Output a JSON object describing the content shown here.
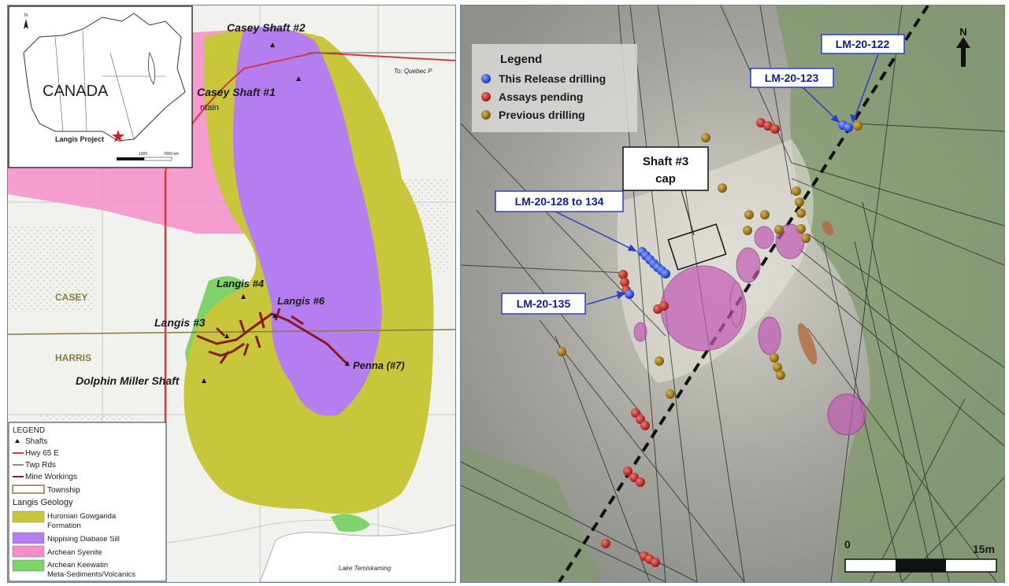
{
  "left_map": {
    "inset": {
      "country_label": "CANADA",
      "project_label": "Langis Project",
      "north_letter": "N",
      "scale_tick_1": "1000",
      "scale_tick_2": "2000 km"
    },
    "place_labels": {
      "casey_shaft_2": "Casey Shaft #2",
      "casey_shaft_1": "Casey Shaft #1",
      "mountain_fragment": "ntain",
      "langis_4": "Langis #4",
      "langis_6": "Langis #6",
      "langis_3": "Langis #3",
      "penna_7": "Penna (#7)",
      "dolphin_miller": "Dolphin Miller Shaft",
      "to_quebec": "To: Quebec P",
      "lake": "Lake Temiskaming",
      "casey_twp": "CASEY",
      "harris_twp": "HARRIS"
    },
    "legend": {
      "title": "LEGEND",
      "items": [
        "Shafts",
        "Hwy 65 E",
        "Twp Rds",
        "Mine Workings",
        "Township"
      ],
      "geology_title": "Langis Geology",
      "geology_items": [
        {
          "label_1": "Huronian Gowganda",
          "label_2": "Formation",
          "color": "#c8c63a"
        },
        {
          "label_1": "Nippising Diabase Sill",
          "label_2": "",
          "color": "#b57ef0"
        },
        {
          "label_1": "Archean Syenite",
          "label_2": "",
          "color": "#f48ec8"
        },
        {
          "label_1": "Archean Keewatin",
          "label_2": "Meta-Sediments/Volcanics",
          "color": "#7fd36b"
        }
      ]
    }
  },
  "right_map": {
    "legend": {
      "title": "Legend",
      "items": [
        {
          "label": "This Release drilling",
          "color": "#1e3fe0"
        },
        {
          "label": "Assays pending",
          "color": "#c8201e"
        },
        {
          "label": "Previous drilling",
          "color": "#9a7414"
        }
      ]
    },
    "callouts": {
      "lm122": "LM-20-122",
      "lm123": "LM-20-123",
      "lm128": "LM-20-128 to 134",
      "lm135": "LM-20-135",
      "shaft_line_1": "Shaft #3",
      "shaft_line_2": "cap"
    },
    "north_letter": "N",
    "scale_zero": "0",
    "scale_end": "15m"
  }
}
